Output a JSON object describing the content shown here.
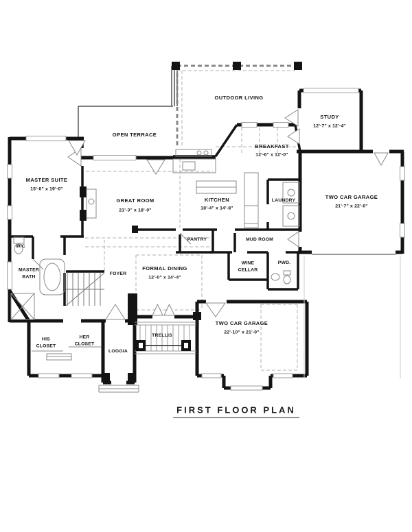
{
  "drawing_title": "FIRST FLOOR PLAN",
  "colors": {
    "wall": "#141414",
    "window": "#999999",
    "dashed_line": "#b0b0b0",
    "fixture": "#888888",
    "background": "#ffffff"
  },
  "rooms": [
    {
      "id": "outdoor-living",
      "name": "OUTDOOR LIVING"
    },
    {
      "id": "open-terrace",
      "name": "OPEN TERRACE"
    },
    {
      "id": "study",
      "name": "STUDY",
      "dims": "12'-7\" x 12'-4\""
    },
    {
      "id": "breakfast",
      "name": "BREAKFAST",
      "dims": "12'-6\" x 12'-0\""
    },
    {
      "id": "master-suite",
      "name": "MASTER SUITE",
      "dims": "15'-0\" x 19'-0\""
    },
    {
      "id": "great-room",
      "name": "GREAT ROOM",
      "dims": "21'-3\" x 18'-0\""
    },
    {
      "id": "kitchen",
      "name": "KITCHEN",
      "dims": "18'-4\" x 14'-8\""
    },
    {
      "id": "laundry",
      "name": "LAUNDRY"
    },
    {
      "id": "garage-right",
      "name": "TWO CAR GARAGE",
      "dims": "21'-7\" x 22'-0\""
    },
    {
      "id": "wc",
      "name": "W/C"
    },
    {
      "id": "pantry",
      "name": "PANTRY"
    },
    {
      "id": "mud-room",
      "name": "MUD ROOM"
    },
    {
      "id": "master-bath",
      "name": "MASTER\nBATH"
    },
    {
      "id": "foyer",
      "name": "FOYER"
    },
    {
      "id": "formal-dining",
      "name": "FORMAL DINING",
      "dims": "12'-0\" x 14'-4\""
    },
    {
      "id": "wine-cellar",
      "name": "WINE\nCELLAR"
    },
    {
      "id": "pwd",
      "name": "PWD."
    },
    {
      "id": "garage-bottom",
      "name": "TWO CAR GARAGE",
      "dims": "22'-10\" x 21'-0\""
    },
    {
      "id": "his-closet",
      "name": "HIS\nCLOSET"
    },
    {
      "id": "her-closet",
      "name": "HER\nCLOSET"
    },
    {
      "id": "loggia",
      "name": "LOGGIA"
    },
    {
      "id": "trellis",
      "name": "TRELLIS"
    }
  ]
}
